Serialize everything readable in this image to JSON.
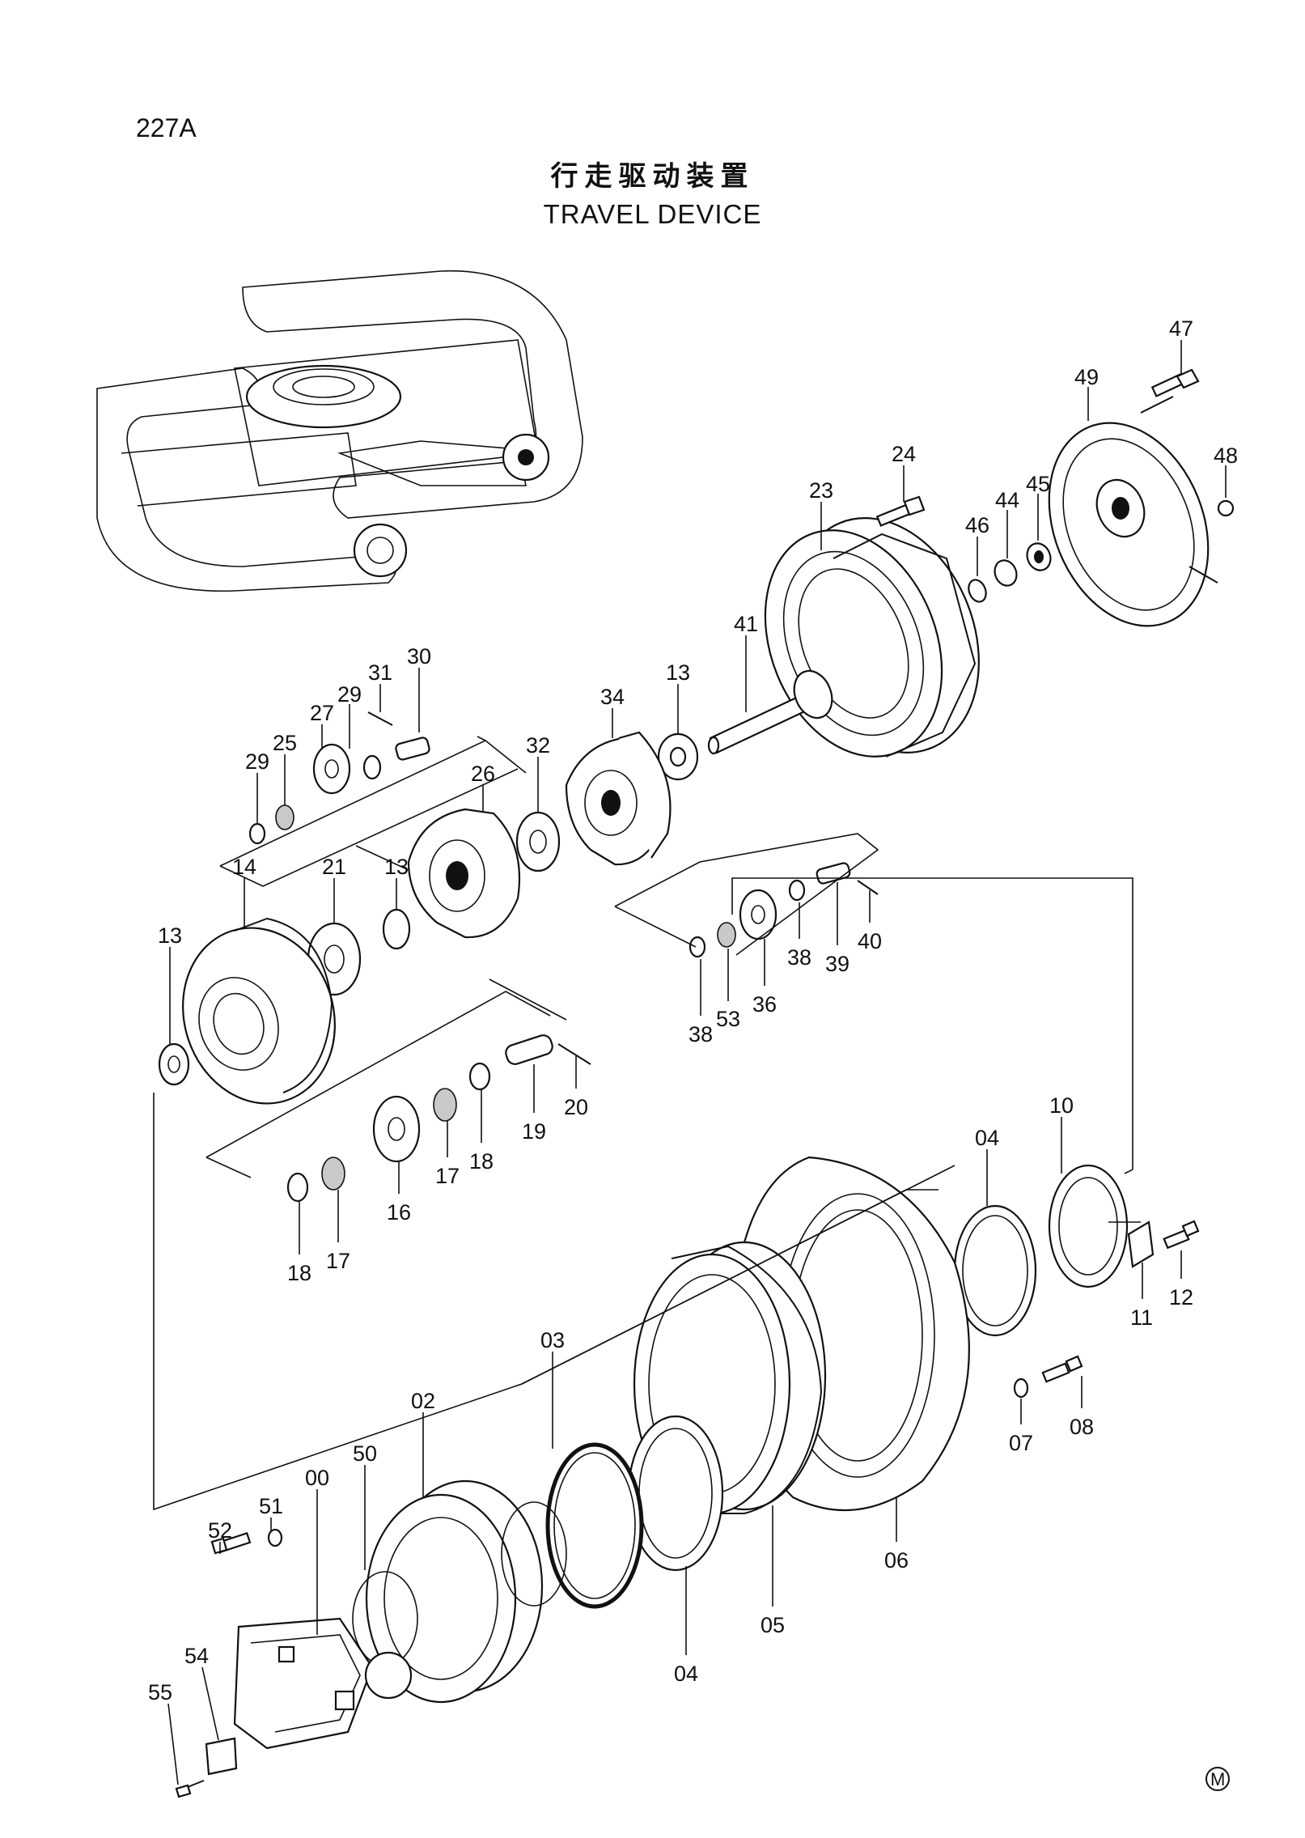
{
  "page": {
    "code": "227A",
    "title_cn": "行走驱动装置",
    "title_en": "TRAVEL DEVICE",
    "corner_mark": "M"
  },
  "parts": [
    {
      "no": "47"
    },
    {
      "no": "49"
    },
    {
      "no": "48"
    },
    {
      "no": "24"
    },
    {
      "no": "23"
    },
    {
      "no": "44"
    },
    {
      "no": "45"
    },
    {
      "no": "46"
    },
    {
      "no": "41"
    },
    {
      "no": "31"
    },
    {
      "no": "30"
    },
    {
      "no": "29"
    },
    {
      "no": "27"
    },
    {
      "no": "29"
    },
    {
      "no": "25"
    },
    {
      "no": "13"
    },
    {
      "no": "34"
    },
    {
      "no": "32"
    },
    {
      "no": "26"
    },
    {
      "no": "14"
    },
    {
      "no": "21"
    },
    {
      "no": "13"
    },
    {
      "no": "13"
    },
    {
      "no": "40"
    },
    {
      "no": "39"
    },
    {
      "no": "38"
    },
    {
      "no": "36"
    },
    {
      "no": "53"
    },
    {
      "no": "38"
    },
    {
      "no": "20"
    },
    {
      "no": "19"
    },
    {
      "no": "18"
    },
    {
      "no": "17"
    },
    {
      "no": "16"
    },
    {
      "no": "17"
    },
    {
      "no": "18"
    },
    {
      "no": "10"
    },
    {
      "no": "04"
    },
    {
      "no": "12"
    },
    {
      "no": "11"
    },
    {
      "no": "03"
    },
    {
      "no": "07"
    },
    {
      "no": "08"
    },
    {
      "no": "02"
    },
    {
      "no": "50"
    },
    {
      "no": "00"
    },
    {
      "no": "51"
    },
    {
      "no": "52"
    },
    {
      "no": "06"
    },
    {
      "no": "05"
    },
    {
      "no": "04"
    },
    {
      "no": "54"
    },
    {
      "no": "55"
    }
  ]
}
